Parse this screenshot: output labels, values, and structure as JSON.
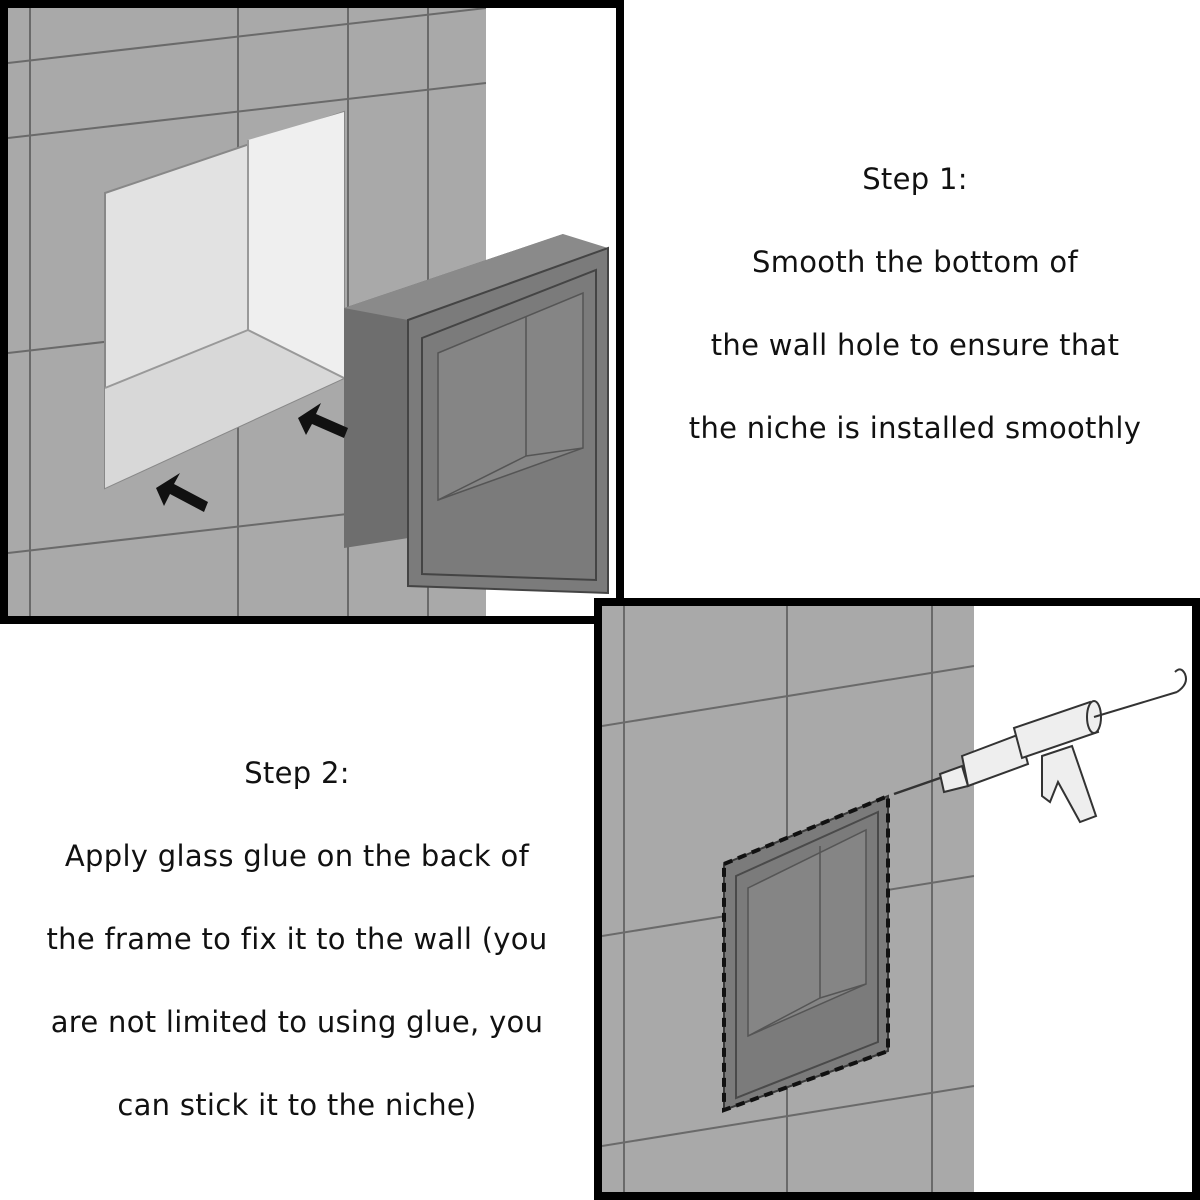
{
  "step1": {
    "heading": "Step 1:",
    "lines": [
      "Smooth the bottom of",
      "the wall hole to ensure that",
      "the niche is installed smoothly"
    ]
  },
  "step2": {
    "heading": "Step 2:",
    "lines": [
      "Apply glass glue on the back of",
      "the frame to fix it to the wall (you",
      "are not limited to using glue, you",
      "can stick it to the niche)"
    ]
  },
  "colors": {
    "tile": "#a8a8a8",
    "grout": "#6a6a6a",
    "niche": "#7b7b7b",
    "niche_dark": "#5c5c5c",
    "wall_hole": "#e4e4e4",
    "border": "#000000",
    "background": "#ffffff"
  }
}
